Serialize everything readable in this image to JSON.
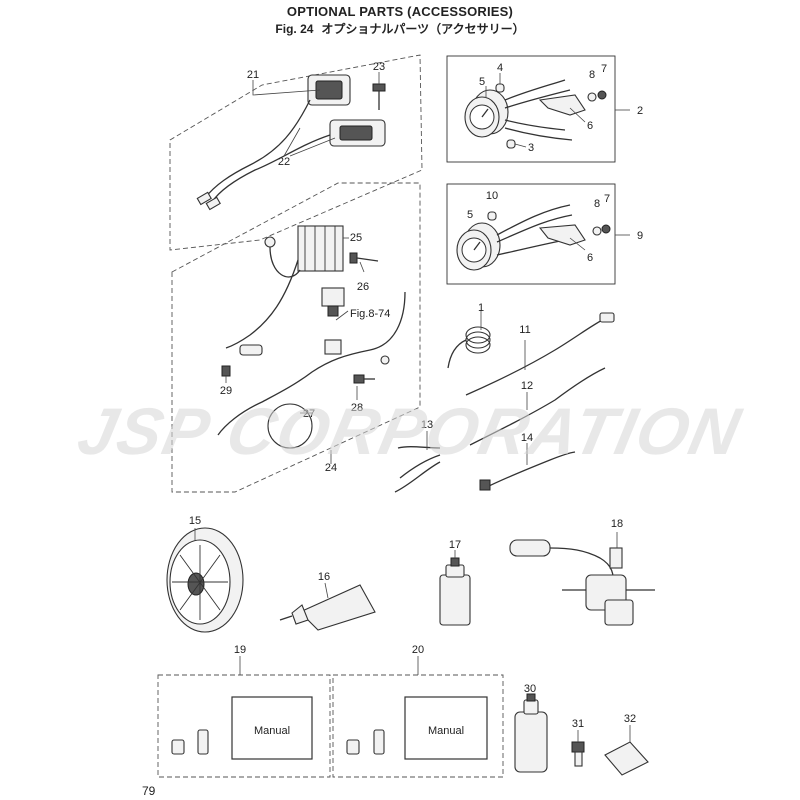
{
  "header": {
    "title": "OPTIONAL PARTS (ACCESSORIES)",
    "fig_label": "Fig. 24",
    "title_jp": "オプショナルパーツ（アクセサリー）"
  },
  "watermark": "JSP CORPORATION",
  "page_number": "79",
  "reference": "Fig.8-74",
  "manual_label": "Manual",
  "callouts": {
    "c1": "1",
    "c2": "2",
    "c3": "3",
    "c4": "4",
    "c5a": "5",
    "c5b": "5",
    "c6a": "6",
    "c6b": "6",
    "c7a": "7",
    "c7b": "7",
    "c8a": "8",
    "c8b": "8",
    "c9": "9",
    "c10": "10",
    "c11": "11",
    "c12": "12",
    "c13": "13",
    "c14": "14",
    "c15": "15",
    "c16": "16",
    "c17": "17",
    "c18": "18",
    "c19": "19",
    "c20": "20",
    "c21": "21",
    "c22": "22",
    "c23": "23",
    "c24": "24",
    "c25": "25",
    "c26": "26",
    "c27": "27",
    "c28": "28",
    "c29": "29",
    "c30": "30",
    "c31": "31",
    "c32": "32"
  }
}
